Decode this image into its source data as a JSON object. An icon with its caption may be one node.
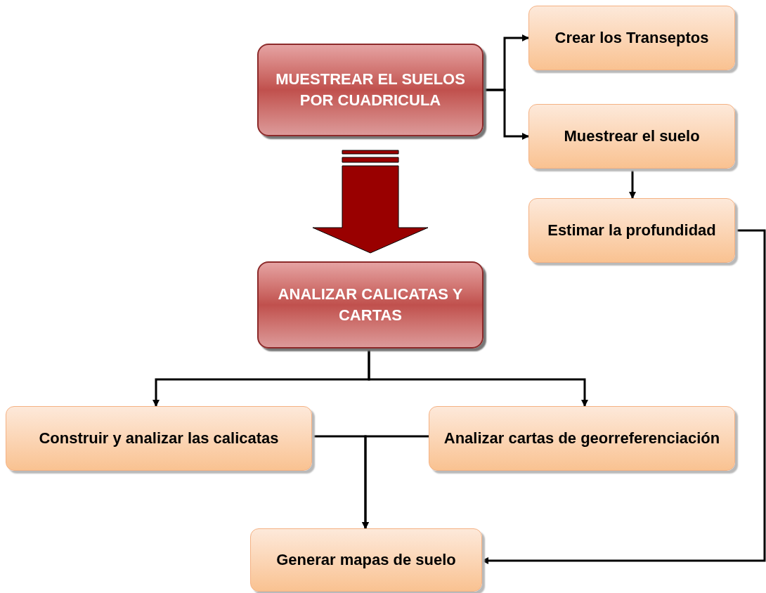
{
  "diagram": {
    "nodes": [
      {
        "text": [
          "MUESTREAR EL SUELOS POR CUADRICULA"
        ]
      },
      {
        "text": [
          "Crear los Transeptos"
        ]
      },
      {
        "text": [
          "Muestrear el suelo"
        ]
      },
      {
        "text": [
          "Estimar la profundidad"
        ]
      },
      {
        "text": [
          "ANALIZAR CALICATAS Y CARTAS"
        ]
      },
      {
        "text": [
          "Construir y analizar las calicatas"
        ]
      },
      {
        "text": [
          "Analizar cartas de georreferenciación"
        ]
      },
      {
        "text": [
          "Generar mapas de suelo"
        ]
      }
    ],
    "edges": [
      {
        "from": 0,
        "to": 1,
        "arrow": "to"
      },
      {
        "from": 0,
        "to": 2,
        "arrow": "to"
      },
      {
        "from": 2,
        "to": 3,
        "arrow": "to"
      },
      {
        "from": 0,
        "to": 4,
        "arrow": "to",
        "style": "thick",
        "color": "#990000"
      },
      {
        "from": 4,
        "to": 5,
        "arrow": "to"
      },
      {
        "from": 4,
        "to": 6,
        "arrow": "to"
      },
      {
        "from": 5,
        "to": 7,
        "arrow": "to"
      },
      {
        "from": 6,
        "to": 7,
        "arrow": "to"
      },
      {
        "from": 3,
        "to": 7,
        "arrow": "to"
      }
    ]
  }
}
